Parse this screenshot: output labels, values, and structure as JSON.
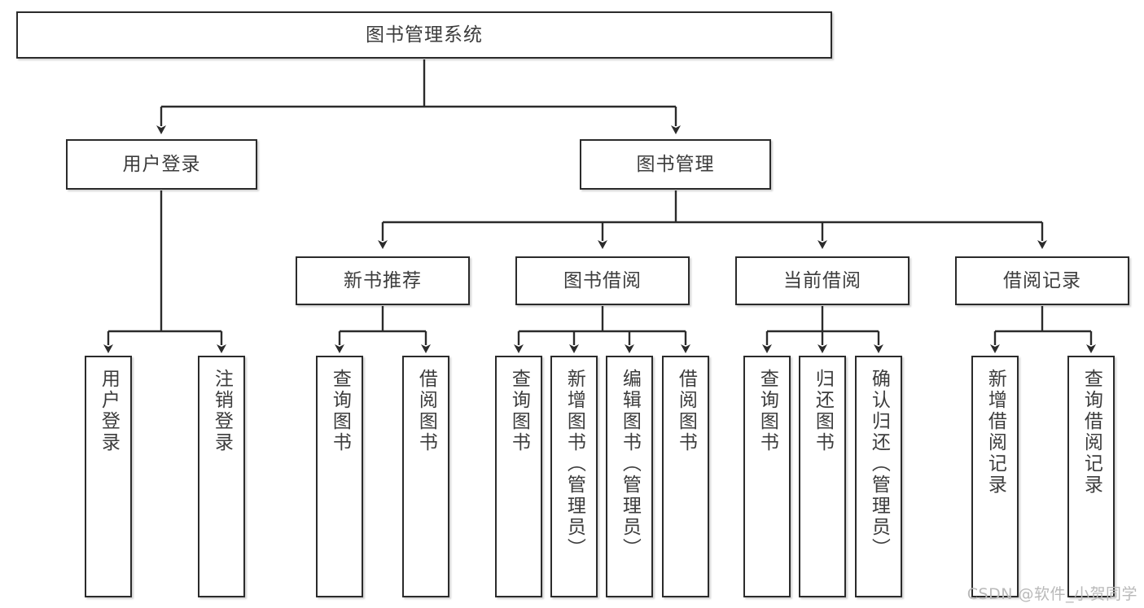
{
  "diagram": {
    "title": "图书管理系统",
    "type": "tree-hierarchy",
    "colors": {
      "box_border": "#2b2b2b",
      "box_fill": "#ffffff",
      "text": "#3c3c3c",
      "edge": "#2b2b2b",
      "watermark": "#b9b9b9",
      "background": "#ffffff"
    },
    "root": {
      "label": "图书管理系统"
    },
    "level2": [
      {
        "label": "用户登录"
      },
      {
        "label": "图书管理"
      }
    ],
    "level3": [
      {
        "label": "新书推荐"
      },
      {
        "label": "图书借阅"
      },
      {
        "label": "当前借阅"
      },
      {
        "label": "借阅记录"
      }
    ],
    "leaves": {
      "user_login": [
        {
          "label": "用户登录"
        },
        {
          "label": "注销登录"
        }
      ],
      "new_book_recommend": [
        {
          "label": "查询图书"
        },
        {
          "label": "借阅图书"
        }
      ],
      "book_borrow": [
        {
          "label": "查询图书"
        },
        {
          "label": "新增图书（管理员）"
        },
        {
          "label": "编辑图书（管理员）"
        },
        {
          "label": "借阅图书"
        }
      ],
      "current_borrow": [
        {
          "label": "查询图书"
        },
        {
          "label": "归还图书"
        },
        {
          "label": "确认归还（管理员）"
        }
      ],
      "borrow_record": [
        {
          "label": "新增借阅记录"
        },
        {
          "label": "查询借阅记录"
        }
      ]
    }
  },
  "watermark": {
    "text": "CSDN @软件_小贺同学"
  }
}
